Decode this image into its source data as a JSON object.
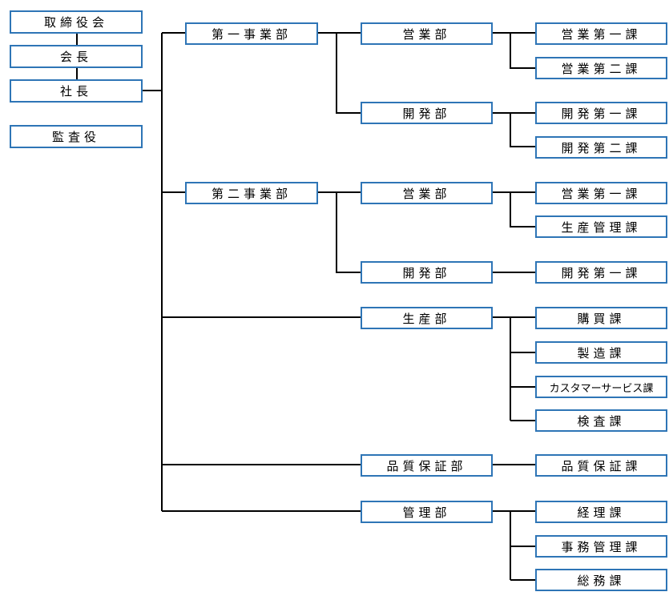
{
  "executive": {
    "board": "取締役会",
    "chairman": "会長",
    "president": "社長",
    "auditor": "監査役"
  },
  "division1": {
    "name": "第一事業部",
    "sales": {
      "name": "営業部",
      "sec1": "営業第一課",
      "sec2": "営業第二課"
    },
    "dev": {
      "name": "開発部",
      "sec1": "開発第一課",
      "sec2": "開発第二課"
    }
  },
  "division2": {
    "name": "第二事業部",
    "sales": {
      "name": "営業部",
      "sec1": "営業第一課",
      "sec2": "生産管理課"
    },
    "dev": {
      "name": "開発部",
      "sec1": "開発第一課"
    }
  },
  "production": {
    "name": "生産部",
    "sec1": "購買課",
    "sec2": "製造課",
    "sec3": "カスタマーサービス課",
    "sec4": "検査課"
  },
  "qa": {
    "name": "品質保証部",
    "sec1": "品質保証課"
  },
  "admin": {
    "name": "管理部",
    "sec1": "経理課",
    "sec2": "事務管理課",
    "sec3": "総務課"
  },
  "colors": {
    "box_border": "#2e75b6",
    "line": "#000000"
  }
}
